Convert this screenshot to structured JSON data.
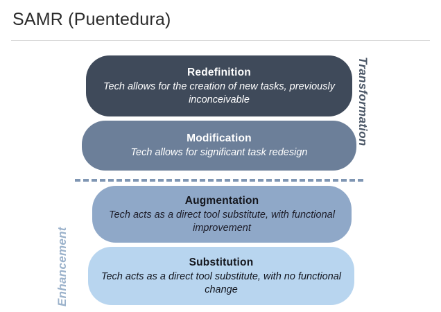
{
  "slide": {
    "title": "SAMR (Puentedura)",
    "colors": {
      "redefinition": "#3f4a5a",
      "modification": "#6c7f99",
      "augmentation": "#8fa8c8",
      "substitution": "#b8d5ef",
      "transformation_label": "#4a5666",
      "enhancement_label": "#9bb2cb",
      "divider": "#7f96b3"
    },
    "levels": [
      {
        "name": "Redefinition",
        "description": "Tech allows for the creation of new tasks, previously inconceivable"
      },
      {
        "name": "Modification",
        "description": "Tech allows for significant task redesign"
      },
      {
        "name": "Augmentation",
        "description": "Tech acts as a direct tool substitute, with functional improvement"
      },
      {
        "name": "Substitution",
        "description": "Tech acts as a direct tool substitute, with no functional change"
      }
    ],
    "side_labels": {
      "top": "Transformation",
      "bottom": "Enhancement"
    }
  }
}
